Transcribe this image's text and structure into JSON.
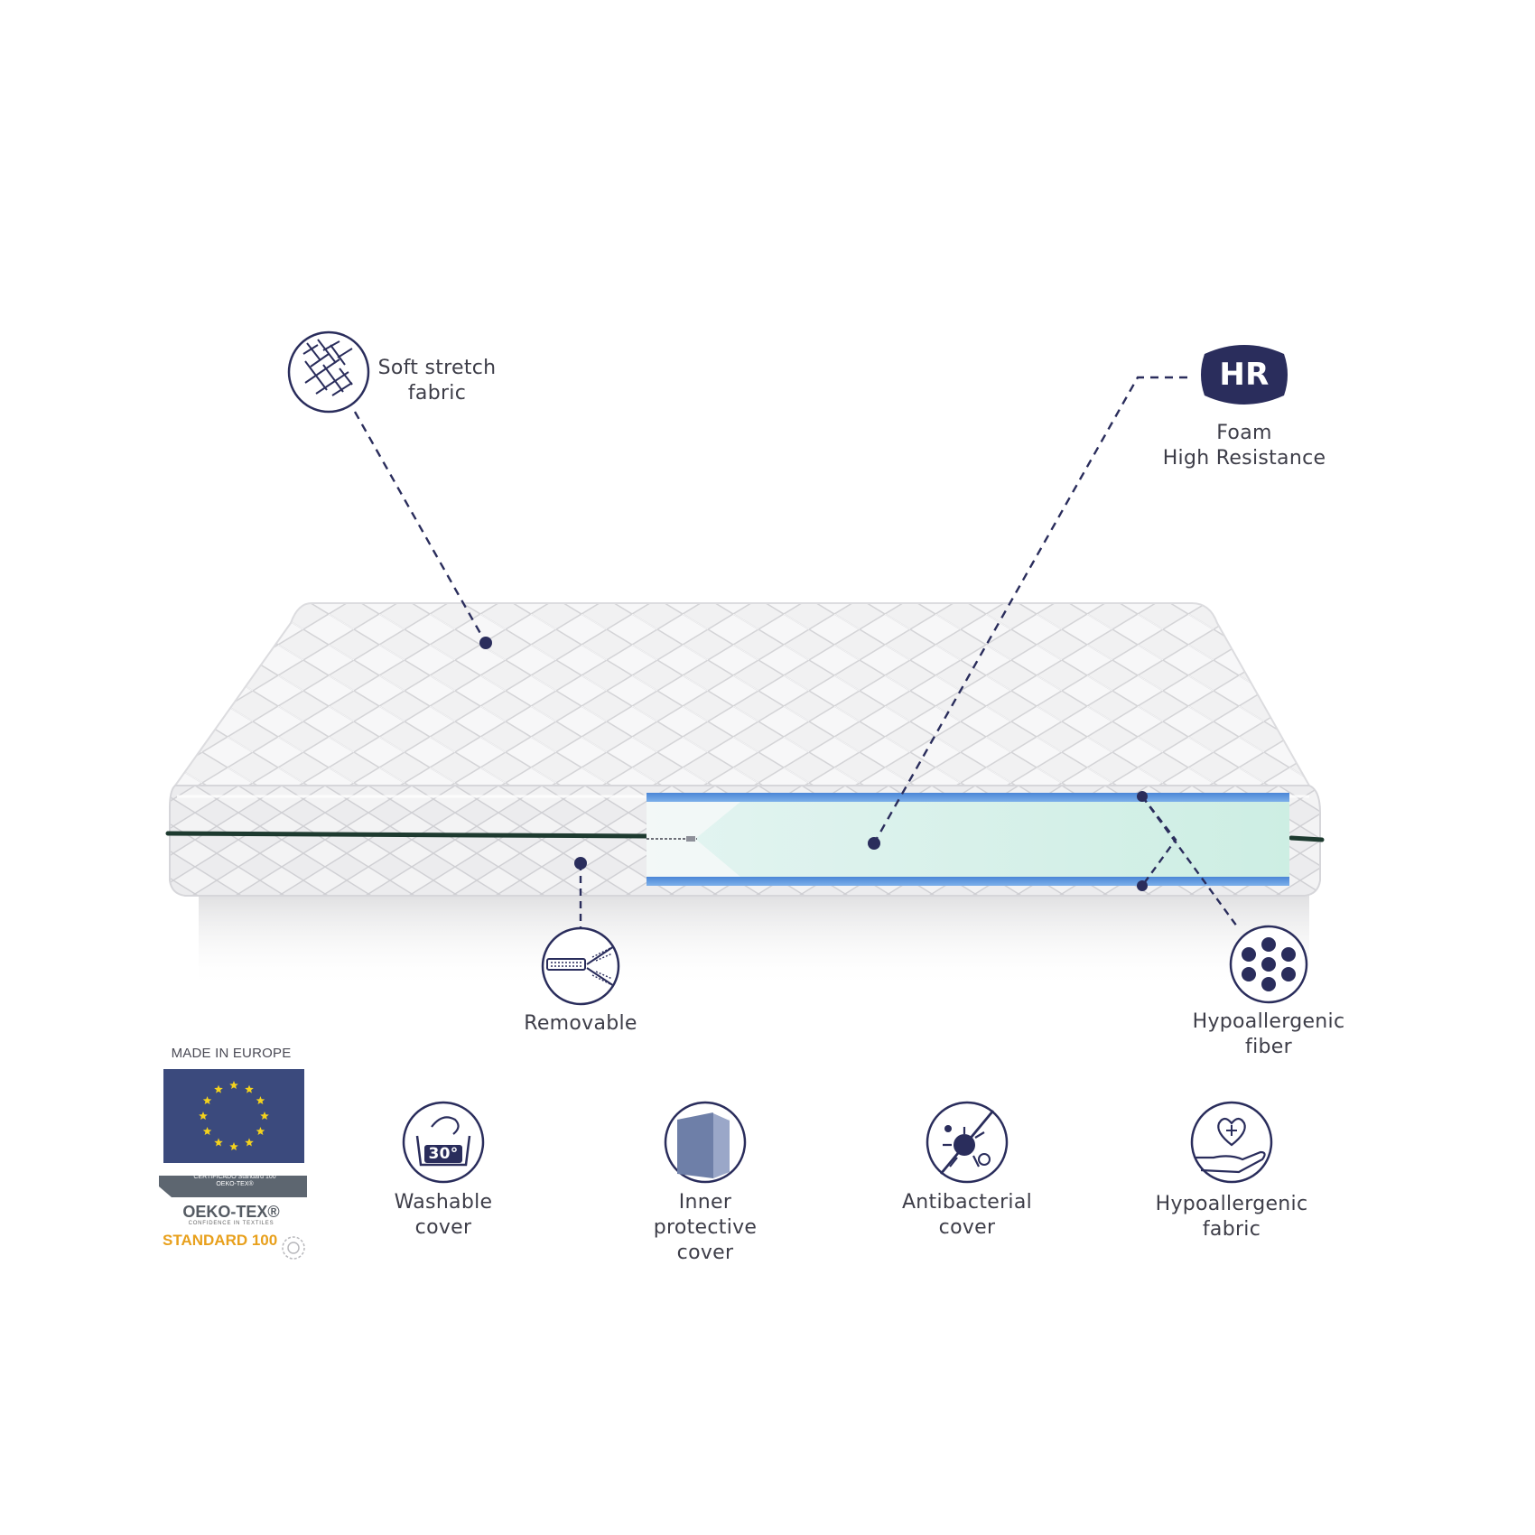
{
  "callouts": {
    "soft_stretch_fabric": [
      "Soft stretch",
      "fabric"
    ],
    "foam_hr": {
      "badge": "HR",
      "lines": [
        "Foam",
        "High Resistance"
      ]
    },
    "removable": [
      "Removable"
    ],
    "hypoallergenic_fiber": [
      "Hypoallergenic",
      "fiber"
    ]
  },
  "features": [
    {
      "icon": "washable-30-icon",
      "badge": "30°",
      "lines": [
        "Washable",
        "cover"
      ]
    },
    {
      "icon": "inner-cover-icon",
      "lines": [
        "Inner",
        "protective",
        "cover"
      ]
    },
    {
      "icon": "antibacterial-icon",
      "lines": [
        "Antibacterial",
        "cover"
      ]
    },
    {
      "icon": "hypoallergenic-hand-heart-icon",
      "lines": [
        "Hypoallergenic",
        "fabric"
      ]
    }
  ],
  "certifications": {
    "made_in_europe": "MADE IN EUROPE",
    "certificado": [
      "CERTIFICADO Standard 100",
      "OEKO-TEX®"
    ],
    "oeko_tex": "OEKO-TEX®",
    "oeko_tagline": "CONFIDENCE IN TEXTILES",
    "standard": "STANDARD 100"
  },
  "colors": {
    "navy": "#2a2d5c",
    "foam_green": "#d9f3ea",
    "foam_blue": "#5a92dc",
    "zipper_green": "#1d3a2f",
    "eu_blue": "#3b4a7d",
    "eu_star": "#f4d21c",
    "oeko_gold": "#e8a01c"
  }
}
